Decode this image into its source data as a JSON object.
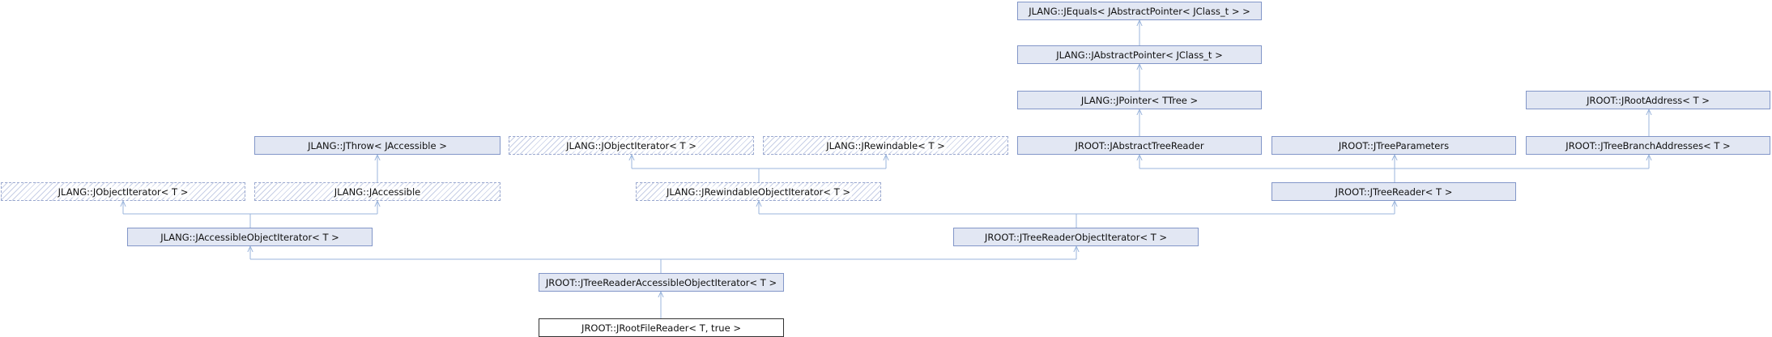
{
  "diagram": {
    "nodes": {
      "jequals": "JLANG::JEquals< JAbstractPointer< JClass_t > >",
      "jabstractpointer": "JLANG::JAbstractPointer< JClass_t >",
      "jpointer": "JLANG::JPointer< TTree >",
      "jrootaddress": "JROOT::JRootAddress< T >",
      "jthrow": "JLANG::JThrow< JAccessible >",
      "jobjectiterator_mid": "JLANG::JObjectIterator< T >",
      "jrewindable": "JLANG::JRewindable< T >",
      "jabstracttreereader": "JROOT::JAbstractTreeReader",
      "jtreeparameters": "JROOT::JTreeParameters",
      "jtreebranchaddresses": "JROOT::JTreeBranchAddresses< T >",
      "jobjectiterator_left": "JLANG::JObjectIterator< T >",
      "jaccessible": "JLANG::JAccessible",
      "jrewindableobjectiterator": "JLANG::JRewindableObjectIterator< T >",
      "jtreereader": "JROOT::JTreeReader< T >",
      "jaccessibleobjectiterator": "JLANG::JAccessibleObjectIterator< T >",
      "jtreereaderobjectiterator": "JROOT::JTreeReaderObjectIterator< T >",
      "jtreereaderaccessibleobjectiterator": "JROOT::JTreeReaderAccessibleObjectIterator< T >",
      "jrootfilereader": "JROOT::JRootFileReader< T, true >"
    }
  },
  "colors": {
    "node_fill": "#e2e7f3",
    "node_border": "#8296c8",
    "edge": "#9bb5dc",
    "current_border": "#333333"
  }
}
